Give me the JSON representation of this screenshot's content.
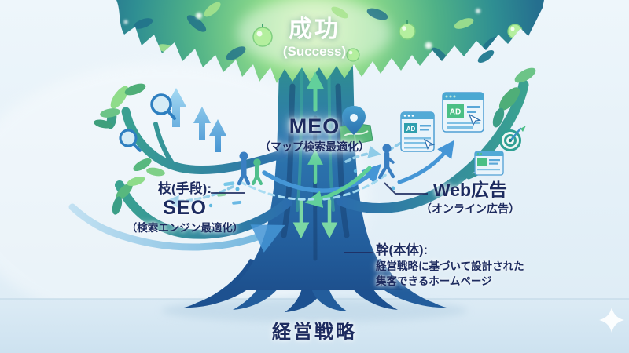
{
  "figure": {
    "success": {
      "title": "成功",
      "subtitle": "(Success)"
    },
    "meo": {
      "title": "MEO",
      "subtitle": "（マップ検索最適化）"
    },
    "seo": {
      "label": "枝(手段):",
      "title": "SEO",
      "subtitle": "（検索エンジン最適化）"
    },
    "web_ads": {
      "title": "Web広告",
      "subtitle": "（オンライン広告）"
    },
    "trunk": {
      "label": "幹(本体):",
      "desc_line1": "経営戦略に基づいて設計された",
      "desc_line2": "集客できるホームページ"
    },
    "foundation": {
      "title": "経営戦略"
    },
    "ad_badge": "AD",
    "icons": {
      "left_branch": [
        "magnifier-icon",
        "magnifier-icon",
        "up-arrow-icon",
        "person-icon",
        "person-icon"
      ],
      "center": [
        "map-pin-icon",
        "map-icon",
        "green-up-arrow-icon",
        "green-down-arrow-icon"
      ],
      "right_branch": [
        "ad-window-icon",
        "ad-window-icon",
        "ad-window-icon",
        "target-icon",
        "person-icon"
      ],
      "decor": [
        "apple-icon",
        "leaf-icon",
        "sparkle-icon",
        "glow-dot"
      ]
    },
    "colors": {
      "background_top": "#edf5fb",
      "background_bottom": "#d8e8f3",
      "canopy_edge": "#256f8f",
      "canopy_light": "#cdf2a6",
      "trunk_teal": "#2f9486",
      "trunk_blue": "#2563a2",
      "leaf_green": "#4fae78",
      "arrow_blue": "#4596d6",
      "arrow_green": "#62d09b",
      "text_navy": "#1d2b5f"
    }
  }
}
